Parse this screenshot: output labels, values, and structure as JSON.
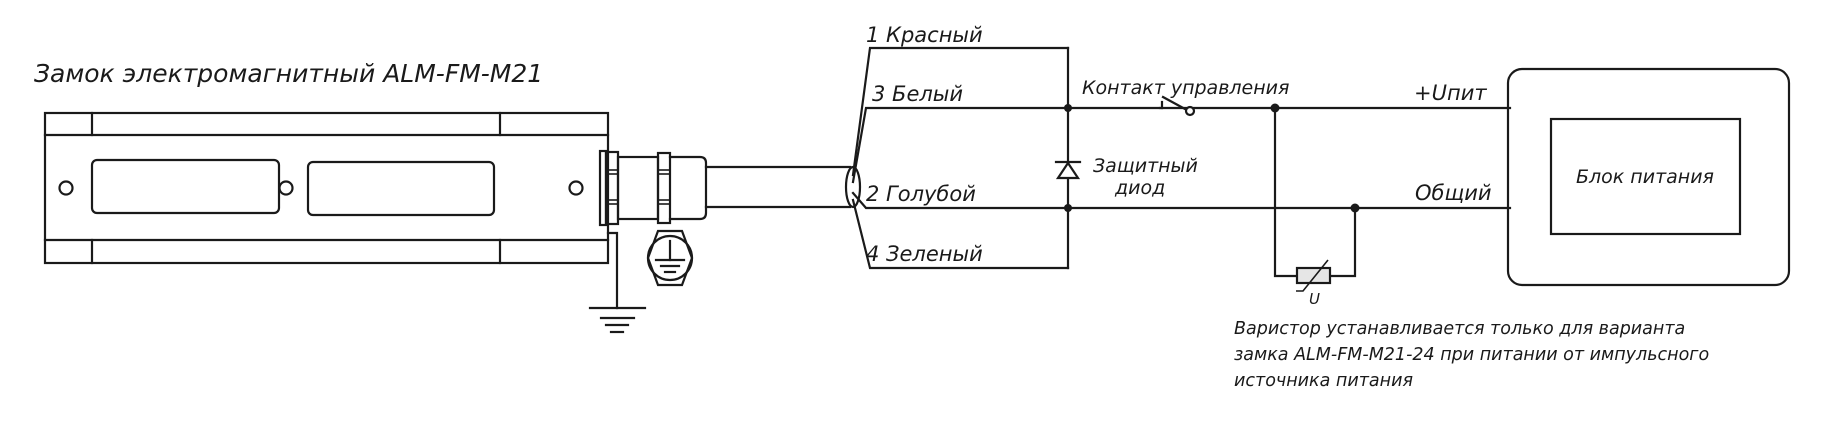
{
  "lock": {
    "title": "Замок электромагнитный ALM-FM-M21"
  },
  "wires": [
    {
      "number": "1",
      "color_name": "Красный",
      "label": "1 Красный"
    },
    {
      "number": "3",
      "color_name": "Белый",
      "label": "3 Белый"
    },
    {
      "number": "2",
      "color_name": "Голубой",
      "label": "2 Голубой"
    },
    {
      "number": "4",
      "color_name": "Зеленый",
      "label": "4 Зеленый"
    }
  ],
  "diode": {
    "label_line1": "Защитный",
    "label_line2": "диод"
  },
  "switch": {
    "label": "Контакт управления"
  },
  "supply": {
    "positive_label": "+Uпит",
    "common_label": "Общий",
    "block_label": "Блок питания"
  },
  "varistor": {
    "symbol_label": "U",
    "note_lines": [
      "Варистор устанавливается только для варианта",
      "замка ALM-FM-M21-24 при питании от импульсного",
      "источника питания"
    ]
  },
  "colors": {
    "line": "#1a1a1a",
    "background": "#ffffff",
    "varistor_fill": "#e6e6e6"
  }
}
